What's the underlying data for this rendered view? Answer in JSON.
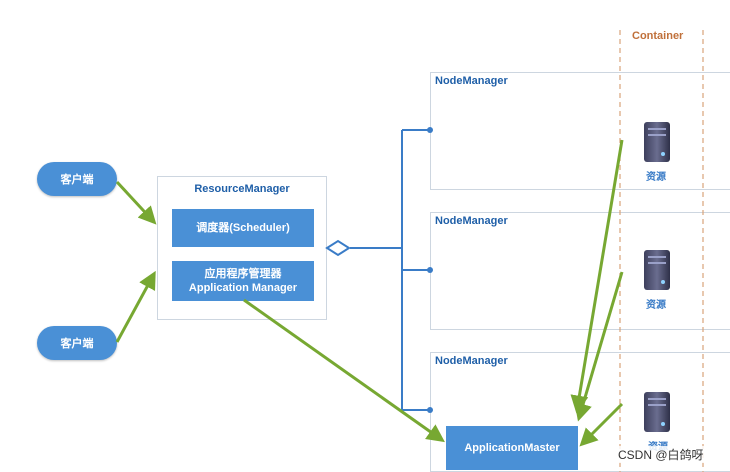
{
  "clients": [
    {
      "label": "客户端"
    },
    {
      "label": "客户端"
    }
  ],
  "resource_manager": {
    "title": "ResourceManager",
    "scheduler": "调度器(Scheduler)",
    "app_manager_cn": "应用程序管理器",
    "app_manager_en": "Application Manager"
  },
  "node_managers": [
    {
      "title": "NodeManager",
      "resource": "资源"
    },
    {
      "title": "NodeManager",
      "resource": "资源"
    },
    {
      "title": "NodeManager",
      "resource": "资源"
    }
  ],
  "container_label": "Container",
  "application_master": "ApplicationMaster",
  "watermark": "CSDN @白鸽呀",
  "colors": {
    "primary_blue": "#4a90d6",
    "title_blue": "#1f5fa8",
    "arrow_green": "#77a832",
    "connector_blue": "#3a7cc7",
    "container_orange": "#c0703a"
  }
}
